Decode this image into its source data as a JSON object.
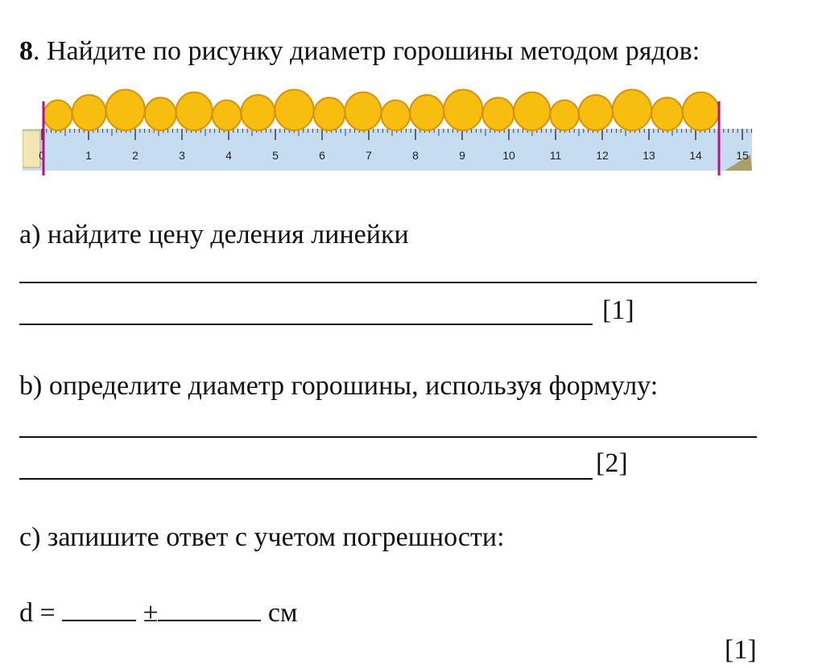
{
  "task": {
    "number": "8",
    "title_rest": ". Найдите по рисунку диаметр горошины методом рядов:"
  },
  "figure": {
    "ruler_labels": [
      "0",
      "1",
      "2",
      "3",
      "4",
      "5",
      "6",
      "7",
      "8",
      "9",
      "10",
      "11",
      "12",
      "13",
      "14",
      "15"
    ],
    "pea_count": 20,
    "colors": {
      "ruler": "#c6dcf1",
      "pea_fill": "#f7bd0f",
      "pea_stroke": "#d79300",
      "marker": "#b0138a"
    }
  },
  "part_a": {
    "text": "a) найдите цену деления линейки",
    "points": "[1]"
  },
  "part_b": {
    "text": "b) определите диаметр горошины, используя формулу:",
    "points": "[2]"
  },
  "part_c": {
    "text": "c) запишите ответ с учетом погрешности:",
    "d_label": "d =",
    "pm": "±",
    "unit": "см",
    "points": "[1]"
  }
}
